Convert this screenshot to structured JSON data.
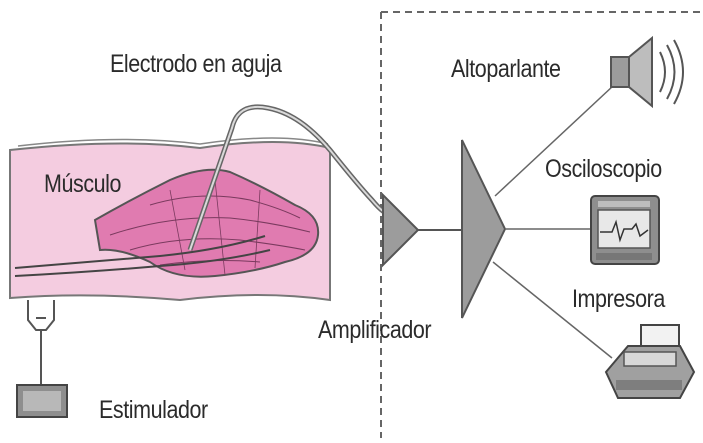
{
  "labels": {
    "needle_electrode": "Electrodo en aguja",
    "muscle": "Músculo",
    "speaker": "Altoparlante",
    "oscilloscope": "Osciloscopio",
    "printer": "Impresora",
    "amplifier": "Amplificador",
    "stimulator": "Estimulador"
  },
  "colors": {
    "muscle_tissue": "#f4cce0",
    "muscle_belly": "#e07bb0",
    "device_gray": "#9c9c9c",
    "line": "#555555",
    "dashed_border": "#666666"
  },
  "icons": [
    "speaker-icon",
    "oscilloscope-icon",
    "printer-icon",
    "stimulator-icon",
    "amplifier-icon"
  ]
}
